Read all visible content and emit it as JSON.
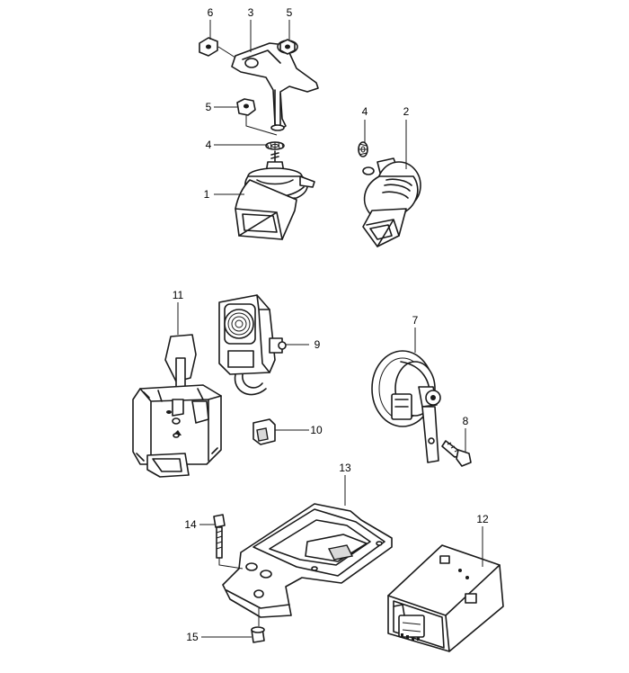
{
  "callouts": {
    "c1": "1",
    "c2": "2",
    "c3": "3",
    "c4a": "4",
    "c4b": "4",
    "c5a": "5",
    "c5b": "5",
    "c6": "6",
    "c7": "7",
    "c8": "8",
    "c9": "9",
    "c10": "10",
    "c11": "11",
    "c12": "12",
    "c13": "13",
    "c14": "14",
    "c15": "15"
  }
}
